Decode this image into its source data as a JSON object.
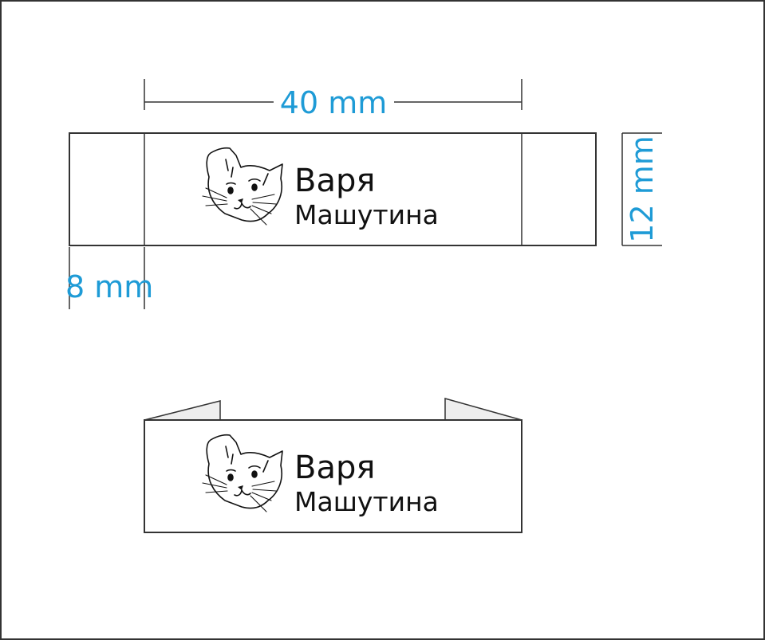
{
  "dimensions": {
    "width_label": "40 mm",
    "height_label": "12 mm",
    "fold_label": "8 mm"
  },
  "label": {
    "first_name": "Варя",
    "last_name": "Машутина",
    "icon": "cat-face-icon"
  },
  "colors": {
    "dimension_text": "#1e9bd6",
    "outline": "#333333",
    "fold_flap": "#eeeeee"
  }
}
